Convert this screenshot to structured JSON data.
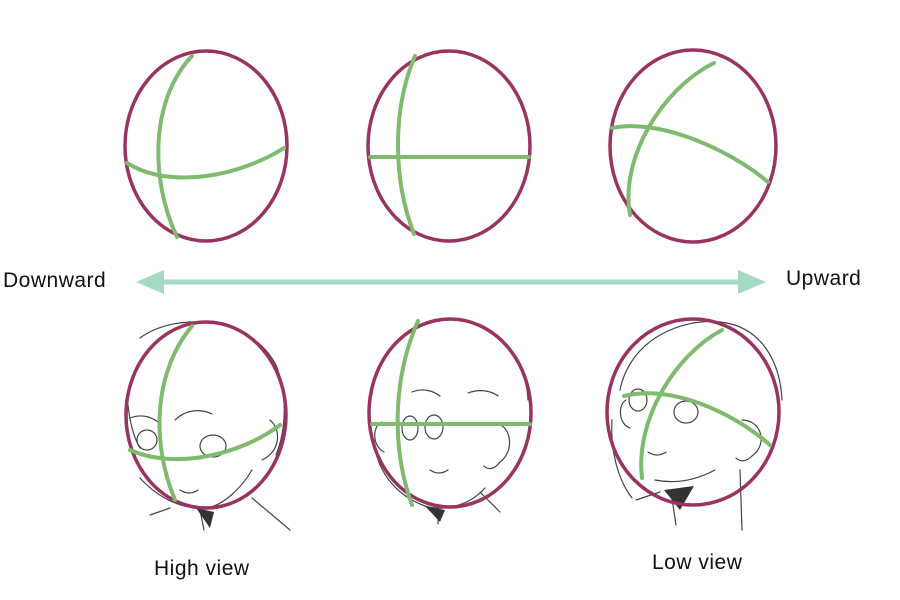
{
  "labels": {
    "left_direction": "Downward",
    "right_direction": "Upward",
    "left_caption": "High view",
    "right_caption": "Low view"
  },
  "colors": {
    "head_outline": "#99335f",
    "guide_line": "#7fba6e",
    "arrow": "#a6d9c4",
    "sketch": "#444444"
  }
}
